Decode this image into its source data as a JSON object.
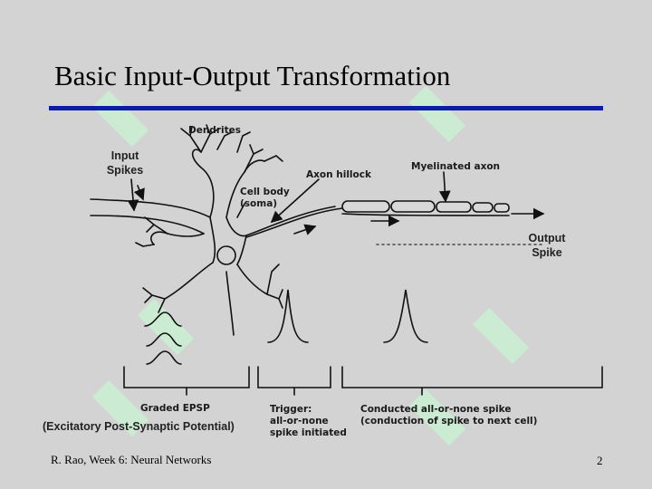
{
  "slide": {
    "title": "Basic Input-Output Transformation",
    "footer": "R. Rao, Week 6: Neural Networks",
    "page_number": "2"
  },
  "diagram": {
    "input_spikes": "Input\nSpikes",
    "output_spike": "Output\nSpike",
    "dendrites": "Dendrites",
    "cell_body": "Cell body\n(soma)",
    "axon_hillock": "Axon hillock",
    "myelinated_axon": "Myelinated axon",
    "graded_epsp": "Graded EPSP",
    "epsp_full": "(Excitatory Post-Synaptic Potential)",
    "trigger": "Trigger:\nall-or-none\nspike initiated",
    "conducted": "Conducted all-or-none spike\n(conduction of spike to next cell)"
  },
  "colors": {
    "background": "#d3d3d3",
    "title_rule": "#0b1ca8",
    "watermark": "#c9f0d2"
  }
}
